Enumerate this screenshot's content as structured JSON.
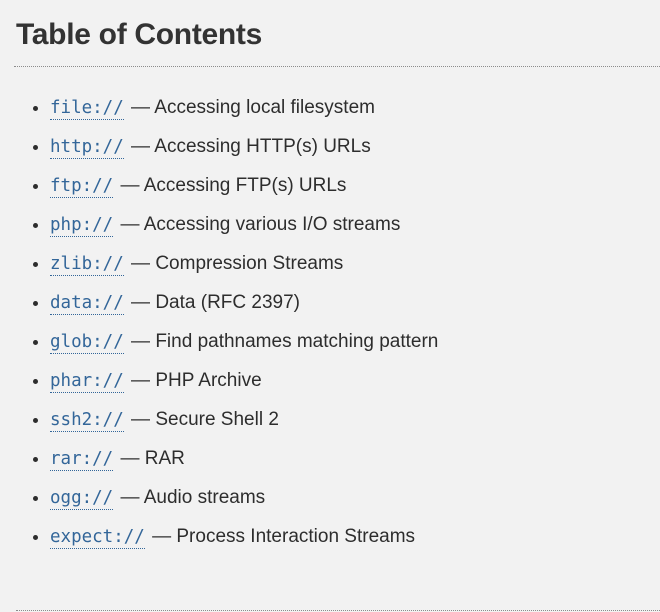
{
  "page": {
    "title": "Table of Contents"
  },
  "colors": {
    "link": "#336699",
    "bg": "#f2f2f2",
    "text": "#333333"
  },
  "toc": {
    "items": [
      {
        "link": "file://",
        "desc": "— Accessing local filesystem"
      },
      {
        "link": "http://",
        "desc": "— Accessing HTTP(s) URLs"
      },
      {
        "link": "ftp://",
        "desc": "— Accessing FTP(s) URLs"
      },
      {
        "link": "php://",
        "desc": "— Accessing various I/O streams"
      },
      {
        "link": "zlib://",
        "desc": "— Compression Streams"
      },
      {
        "link": "data://",
        "desc": "— Data (RFC 2397)"
      },
      {
        "link": "glob://",
        "desc": "— Find pathnames matching pattern"
      },
      {
        "link": "phar://",
        "desc": "— PHP Archive"
      },
      {
        "link": "ssh2://",
        "desc": "— Secure Shell 2"
      },
      {
        "link": "rar://",
        "desc": "— RAR"
      },
      {
        "link": "ogg://",
        "desc": "— Audio streams"
      },
      {
        "link": "expect://",
        "desc": "— Process Interaction Streams"
      }
    ]
  }
}
